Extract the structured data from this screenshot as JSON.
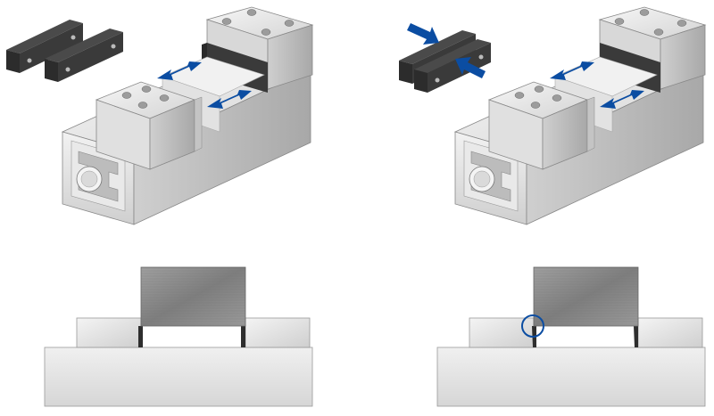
{
  "figure": {
    "panels": [
      {
        "id": "vise-open-iso",
        "jaw_plates": "separated",
        "motion": "jaws-open"
      },
      {
        "id": "vise-clamped-iso",
        "jaw_plates": "pressed-together",
        "motion": "jaws-closed"
      },
      {
        "id": "section-parallel",
        "contact": "full-face"
      },
      {
        "id": "section-tilted",
        "contact": "edge",
        "highlight": "contact-point"
      }
    ],
    "colors": {
      "arrow": "#0b4da2",
      "jaw_plate": "#3a3a3a",
      "metal_light": "#e8e8e8",
      "metal_mid": "#c9c9c9",
      "metal_dark": "#9a9a9a",
      "workpiece": "#8a8a8a",
      "highlight_circle": "#0b4da2"
    },
    "icons": [
      "double-arrow-icon",
      "press-arrow-icon",
      "highlight-circle-icon"
    ]
  }
}
